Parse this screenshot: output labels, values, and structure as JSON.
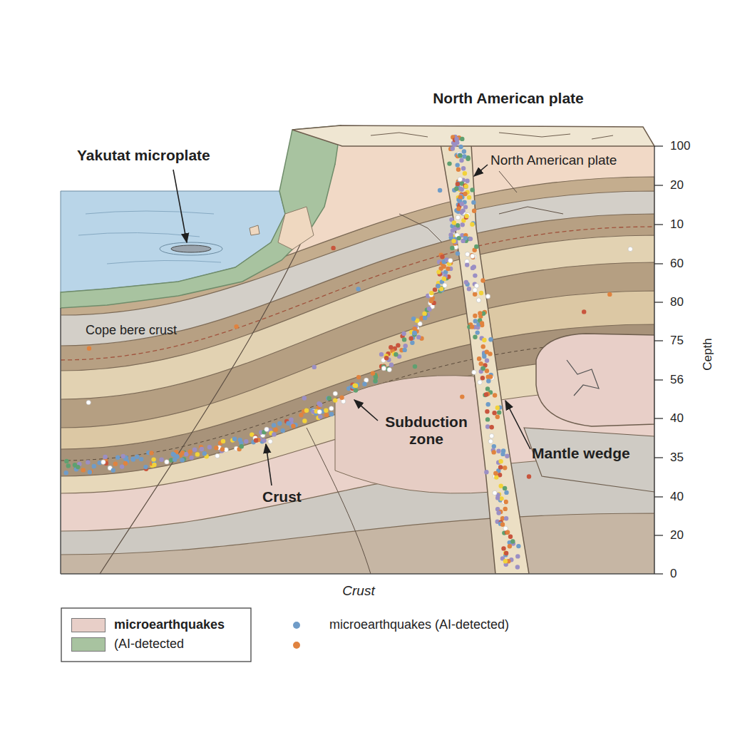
{
  "diagram": {
    "title": "North American plate",
    "labels": [
      "Yakutat microplate",
      "North American plate",
      "Cope bere crust",
      "Subduction zone",
      "Crust",
      "Mantle wedge",
      "Crust",
      "100",
      "20",
      "10",
      "60",
      "80",
      "75",
      "56",
      "40",
      "35",
      "40",
      "20",
      "0",
      "Cepth"
    ],
    "legend": [
      {
        "text": "microearthquakes",
        "color": "#e8cfc8"
      },
      {
        "text": "(AI-detected",
        "color": "#a8c3a0"
      },
      {
        "text": "microearthquakes (AI-detected)"
      }
    ]
  }
}
